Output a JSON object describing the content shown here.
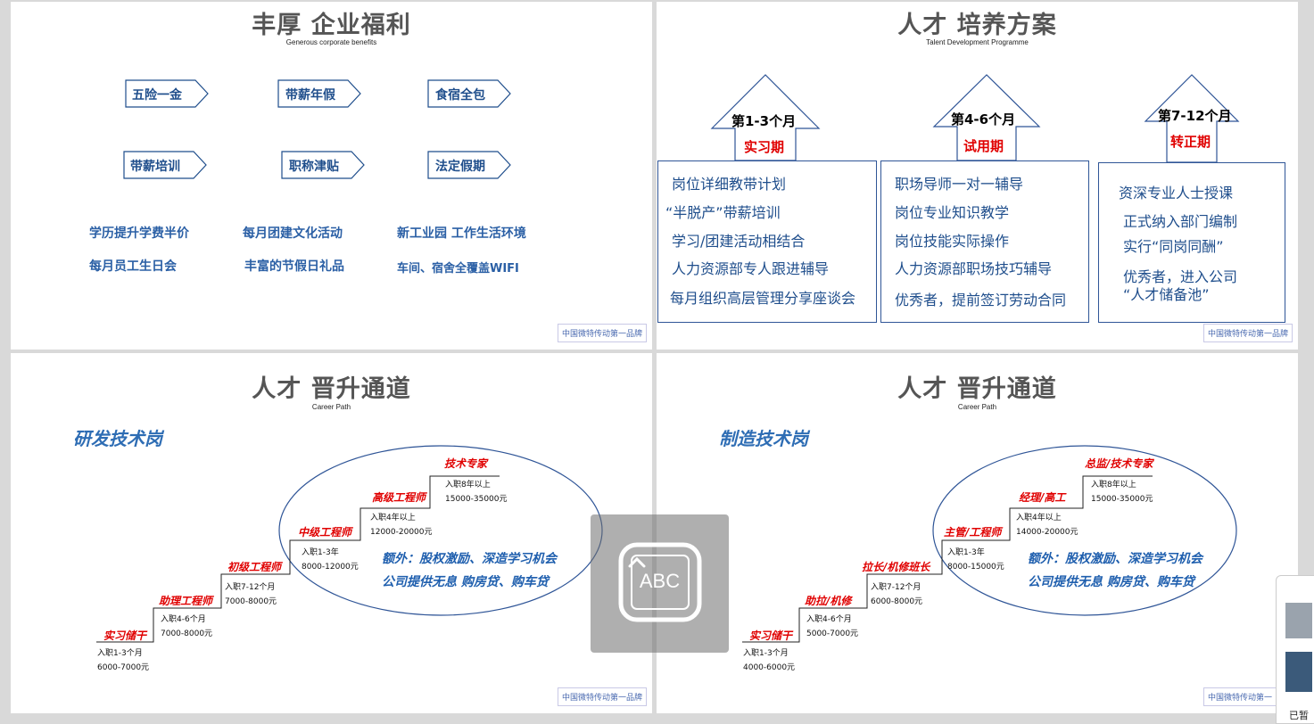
{
  "panel1": {
    "title": "丰厚  企业福利",
    "subtitle": "Generous corporate benefits",
    "tags": [
      "五险一金",
      "带薪年假",
      "食宿全包",
      "带薪培训",
      "职称津贴",
      "法定假期"
    ],
    "benefits": [
      "学历提升学费半价",
      "每月团建文化活动",
      "新工业园 工作生活环境",
      "每月员工生日会",
      "丰富的节假日礼品",
      "车间、宿舍全覆盖WIFI"
    ],
    "brand": "中国微特传动第一品牌"
  },
  "panel2": {
    "title": "人才  培养方案",
    "subtitle": "Talent Development Programme",
    "stages": [
      {
        "period": "第1-3个月",
        "name": "实习期",
        "items": [
          "岗位详细教带计划",
          "“半脱产”带薪培训",
          "学习/团建活动相结合",
          "人力资源部专人跟进辅导",
          "每月组织高层管理分享座谈会"
        ]
      },
      {
        "period": "第4-6个月",
        "name": "试用期",
        "items": [
          "职场导师一对一辅导",
          "岗位专业知识教学",
          "岗位技能实际操作",
          "人力资源部职场技巧辅导",
          "优秀者，提前签订劳动合同"
        ]
      },
      {
        "period": "第7-12个月",
        "name": "转正期",
        "items": [
          "资深专业人士授课",
          "正式纳入部门编制",
          "实行“同岗同酬”",
          "优秀者，进入公司",
          "“人才储备池”"
        ]
      }
    ],
    "brand": "中国微特传动第一品牌"
  },
  "panel3": {
    "title": "人才  晋升通道",
    "subtitle": "Career Path",
    "category": "研发技术岗",
    "levels": [
      {
        "name": "实习储干",
        "tenure": "入职1-3个月",
        "salary": "6000-7000元"
      },
      {
        "name": "助理工程师",
        "tenure": "入职4-6个月",
        "salary": "7000-8000元"
      },
      {
        "name": "初级工程师",
        "tenure": "入职7-12个月",
        "salary": "7000-8000元"
      },
      {
        "name": "中级工程师",
        "tenure": "入职1-3年",
        "salary": "8000-12000元"
      },
      {
        "name": "高级工程师",
        "tenure": "入职4年以上",
        "salary": "12000-20000元"
      },
      {
        "name": "技术专家",
        "tenure": "入职8年以上",
        "salary": "15000-35000元"
      }
    ],
    "extra1": "额外：股权激励、深造学习机会",
    "extra2": "公司提供无息 购房贷、购车贷",
    "brand": "中国微特传动第一品牌"
  },
  "panel4": {
    "title": "人才  晋升通道",
    "subtitle": "Career Path",
    "category": "制造技术岗",
    "levels": [
      {
        "name": "实习储干",
        "tenure": "入职1-3个月",
        "salary": "4000-6000元"
      },
      {
        "name": "助拉/机修",
        "tenure": "入职4-6个月",
        "salary": "5000-7000元"
      },
      {
        "name": "拉长/机修班长",
        "tenure": "入职7-12个月",
        "salary": "6000-8000元"
      },
      {
        "name": "主管/工程师",
        "tenure": "入职1-3年",
        "salary": "8000-15000元"
      },
      {
        "name": "经理/高工",
        "tenure": "入职4年以上",
        "salary": "14000-20000元"
      },
      {
        "name": "总监/技术专家",
        "tenure": "入职8年以上",
        "salary": "15000-35000元"
      }
    ],
    "extra1": "额外：股权激励、深造学习机会",
    "extra2": "公司提供无息 购房贷、购车贷",
    "brand": "中国微特传动第一"
  },
  "overlay": {
    "label": "ABC"
  },
  "sidewin": {
    "text": "已暂"
  }
}
